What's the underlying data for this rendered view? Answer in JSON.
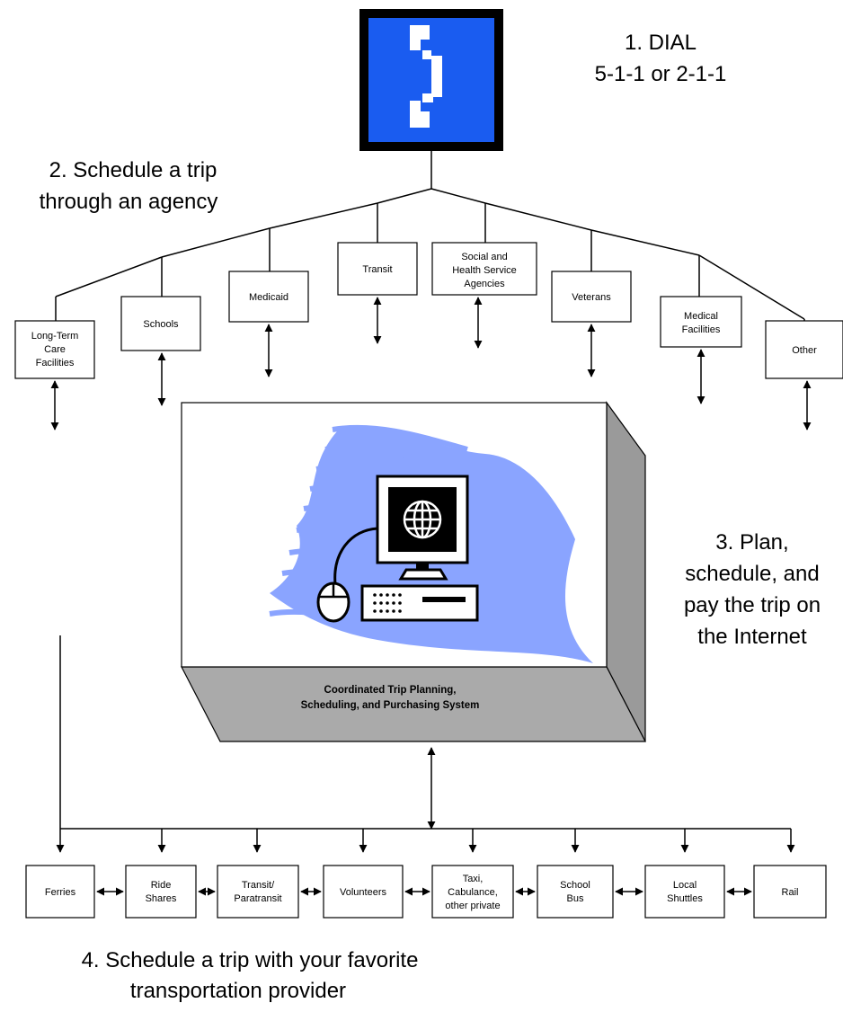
{
  "step1": {
    "line1": "1.  DIAL",
    "line2": "5-1-1 or 2-1-1"
  },
  "step2": {
    "line1": "2.  Schedule a trip",
    "line2": "through an agency"
  },
  "step3": {
    "line1": "3. Plan,",
    "line2": "schedule, and",
    "line3": "pay the trip on",
    "line4": "the Internet"
  },
  "step4": {
    "line1": "4.  Schedule a trip with your favorite",
    "line2": "transportation provider"
  },
  "agencies": [
    {
      "lines": [
        "Long-Term",
        "Care",
        "Facilities"
      ]
    },
    {
      "lines": [
        "Schools"
      ]
    },
    {
      "lines": [
        "Medicaid"
      ]
    },
    {
      "lines": [
        "Transit"
      ]
    },
    {
      "lines": [
        "Social and",
        "Health Service",
        "Agencies"
      ]
    },
    {
      "lines": [
        "Veterans"
      ]
    },
    {
      "lines": [
        "Medical",
        "Facilities"
      ]
    },
    {
      "lines": [
        "Other"
      ]
    }
  ],
  "system": {
    "line1": "Coordinated Trip Planning,",
    "line2": "Scheduling, and Purchasing System"
  },
  "providers": [
    {
      "lines": [
        "Ferries"
      ]
    },
    {
      "lines": [
        "Ride",
        "Shares"
      ]
    },
    {
      "lines": [
        "Transit/",
        "Paratransit"
      ]
    },
    {
      "lines": [
        "Volunteers"
      ]
    },
    {
      "lines": [
        "Taxi,",
        "Cabulance,",
        "other private"
      ]
    },
    {
      "lines": [
        "School",
        "Bus"
      ]
    },
    {
      "lines": [
        "Local",
        "Shuttles"
      ]
    },
    {
      "lines": [
        "Rail"
      ]
    }
  ],
  "colors": {
    "phone_blue": "#1a5cf0",
    "wave_blue": "#8aa4ff",
    "box_shadow": "#aaaaaa"
  },
  "icons": [
    "telephone-icon",
    "computer-icon",
    "globe-icon",
    "mouse-icon",
    "keyboard-icon"
  ]
}
